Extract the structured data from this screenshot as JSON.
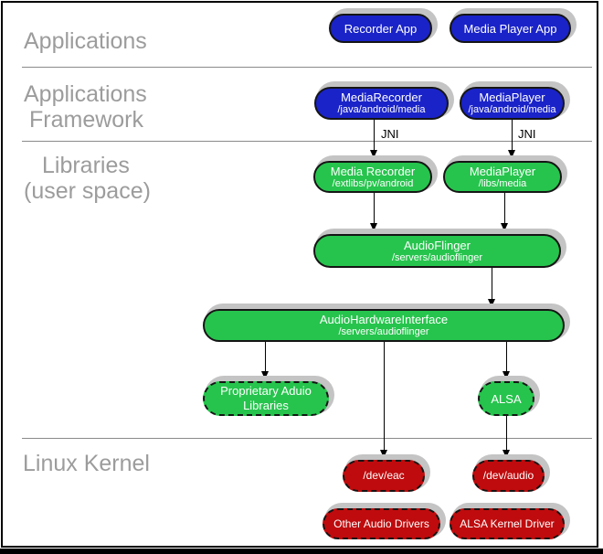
{
  "colors": {
    "blue": "#1a23c8",
    "green": "#26c44d",
    "red": "#bf0b0d",
    "shadow": "#c4c4c4",
    "layer_text": "#9c9c9c",
    "line": "#8a8a8a"
  },
  "layers": {
    "applications": {
      "line1": "Applications"
    },
    "framework": {
      "line1": "Applications",
      "line2": "Framework"
    },
    "libraries": {
      "line1": "Libraries",
      "line2": "(user space)"
    },
    "kernel": {
      "line1": "Linux Kernel"
    }
  },
  "nodes": {
    "recorder_app": {
      "title": "Recorder App"
    },
    "media_player_app": {
      "title": "Media Player App"
    },
    "media_recorder_fw": {
      "title": "MediaRecorder",
      "subtitle": "/java/android/media"
    },
    "media_player_fw": {
      "title": "MediaPlayer",
      "subtitle": "/java/android/media"
    },
    "media_recorder_lib": {
      "title": "Media Recorder",
      "subtitle": "/extlibs/pv/android"
    },
    "media_player_lib": {
      "title": "MediaPlayer",
      "subtitle": "/libs/media"
    },
    "audio_flinger": {
      "title": "AudioFlinger",
      "subtitle": "/servers/audioflinger"
    },
    "audio_hw_interface": {
      "title": "AudioHardwareInterface",
      "subtitle": "/servers/audioflinger"
    },
    "proprietary_audio_libs": {
      "title": "Proprietary Aduio Libraries"
    },
    "alsa": {
      "title": "ALSA"
    },
    "dev_eac": {
      "title": "/dev/eac"
    },
    "dev_audio": {
      "title": "/dev/audio"
    },
    "other_audio_drivers": {
      "title": "Other Audio Drivers"
    },
    "alsa_kernel_driver": {
      "title": "ALSA Kernel Driver"
    }
  },
  "annotations": {
    "jni_left": "JNI",
    "jni_right": "JNI"
  }
}
